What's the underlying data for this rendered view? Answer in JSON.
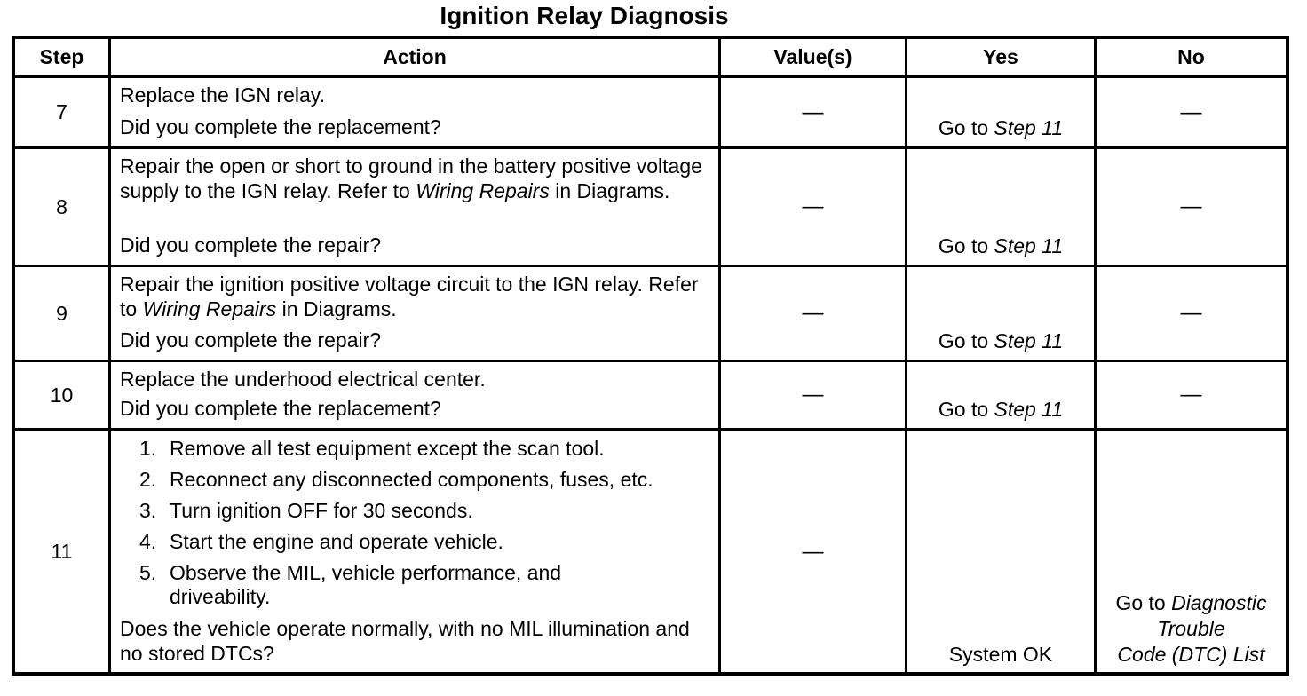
{
  "title": "Ignition Relay Diagnosis",
  "colors": {
    "ink": "#000000",
    "paper": "#ffffff"
  },
  "table": {
    "headers": {
      "step": "Step",
      "action": "Action",
      "values": "Value(s)",
      "yes": "Yes",
      "no": "No"
    },
    "rows": [
      {
        "step": "7",
        "action": {
          "pre": "Replace the IGN relay.",
          "italic": "",
          "post": ""
        },
        "question": "Did you complete the replacement?",
        "value": "—",
        "yes": {
          "pre": "Go to ",
          "italic": "Step 11"
        },
        "no": "—"
      },
      {
        "step": "8",
        "action": {
          "pre": "Repair the open or short to ground in the battery positive voltage supply to the IGN relay. Refer to ",
          "italic": "Wiring Repairs",
          "post": " in Diagrams."
        },
        "question": "Did you complete the repair?",
        "value": "—",
        "yes": {
          "pre": "Go to ",
          "italic": "Step 11"
        },
        "no": "—"
      },
      {
        "step": "9",
        "action": {
          "pre": "Repair the ignition positive voltage circuit to the IGN relay. Refer to ",
          "italic": "Wiring Repairs",
          "post": " in Diagrams."
        },
        "question": "Did you complete the repair?",
        "value": "—",
        "yes": {
          "pre": "Go to ",
          "italic": "Step 11"
        },
        "no": "—"
      },
      {
        "step": "10",
        "action": {
          "pre": "Replace the underhood electrical center.",
          "italic": "",
          "post": ""
        },
        "question": "Did you complete the replacement?",
        "value": "—",
        "yes": {
          "pre": "Go to ",
          "italic": "Step 11"
        },
        "no": "—"
      },
      {
        "step": "11",
        "list": [
          {
            "num": "1.",
            "text": "Remove all test equipment except the scan tool."
          },
          {
            "num": "2.",
            "text": "Reconnect any disconnected components, fuses, etc."
          },
          {
            "num": "3.",
            "text": "Turn ignition OFF for 30 seconds."
          },
          {
            "num": "4.",
            "text": "Start the engine and operate vehicle."
          },
          {
            "num": "5.",
            "line1": "Observe the MIL, vehicle performance, and",
            "line2": "driveability."
          }
        ],
        "question": "Does the vehicle operate normally, with no MIL illumination and no stored DTCs?",
        "value": "—",
        "yes_plain": "System OK",
        "no_goto": {
          "line1_pre": "Go to ",
          "line1_italic": "Diagnostic",
          "line2_italic": "Trouble",
          "line3_italic": "Code (DTC) List"
        }
      }
    ]
  }
}
